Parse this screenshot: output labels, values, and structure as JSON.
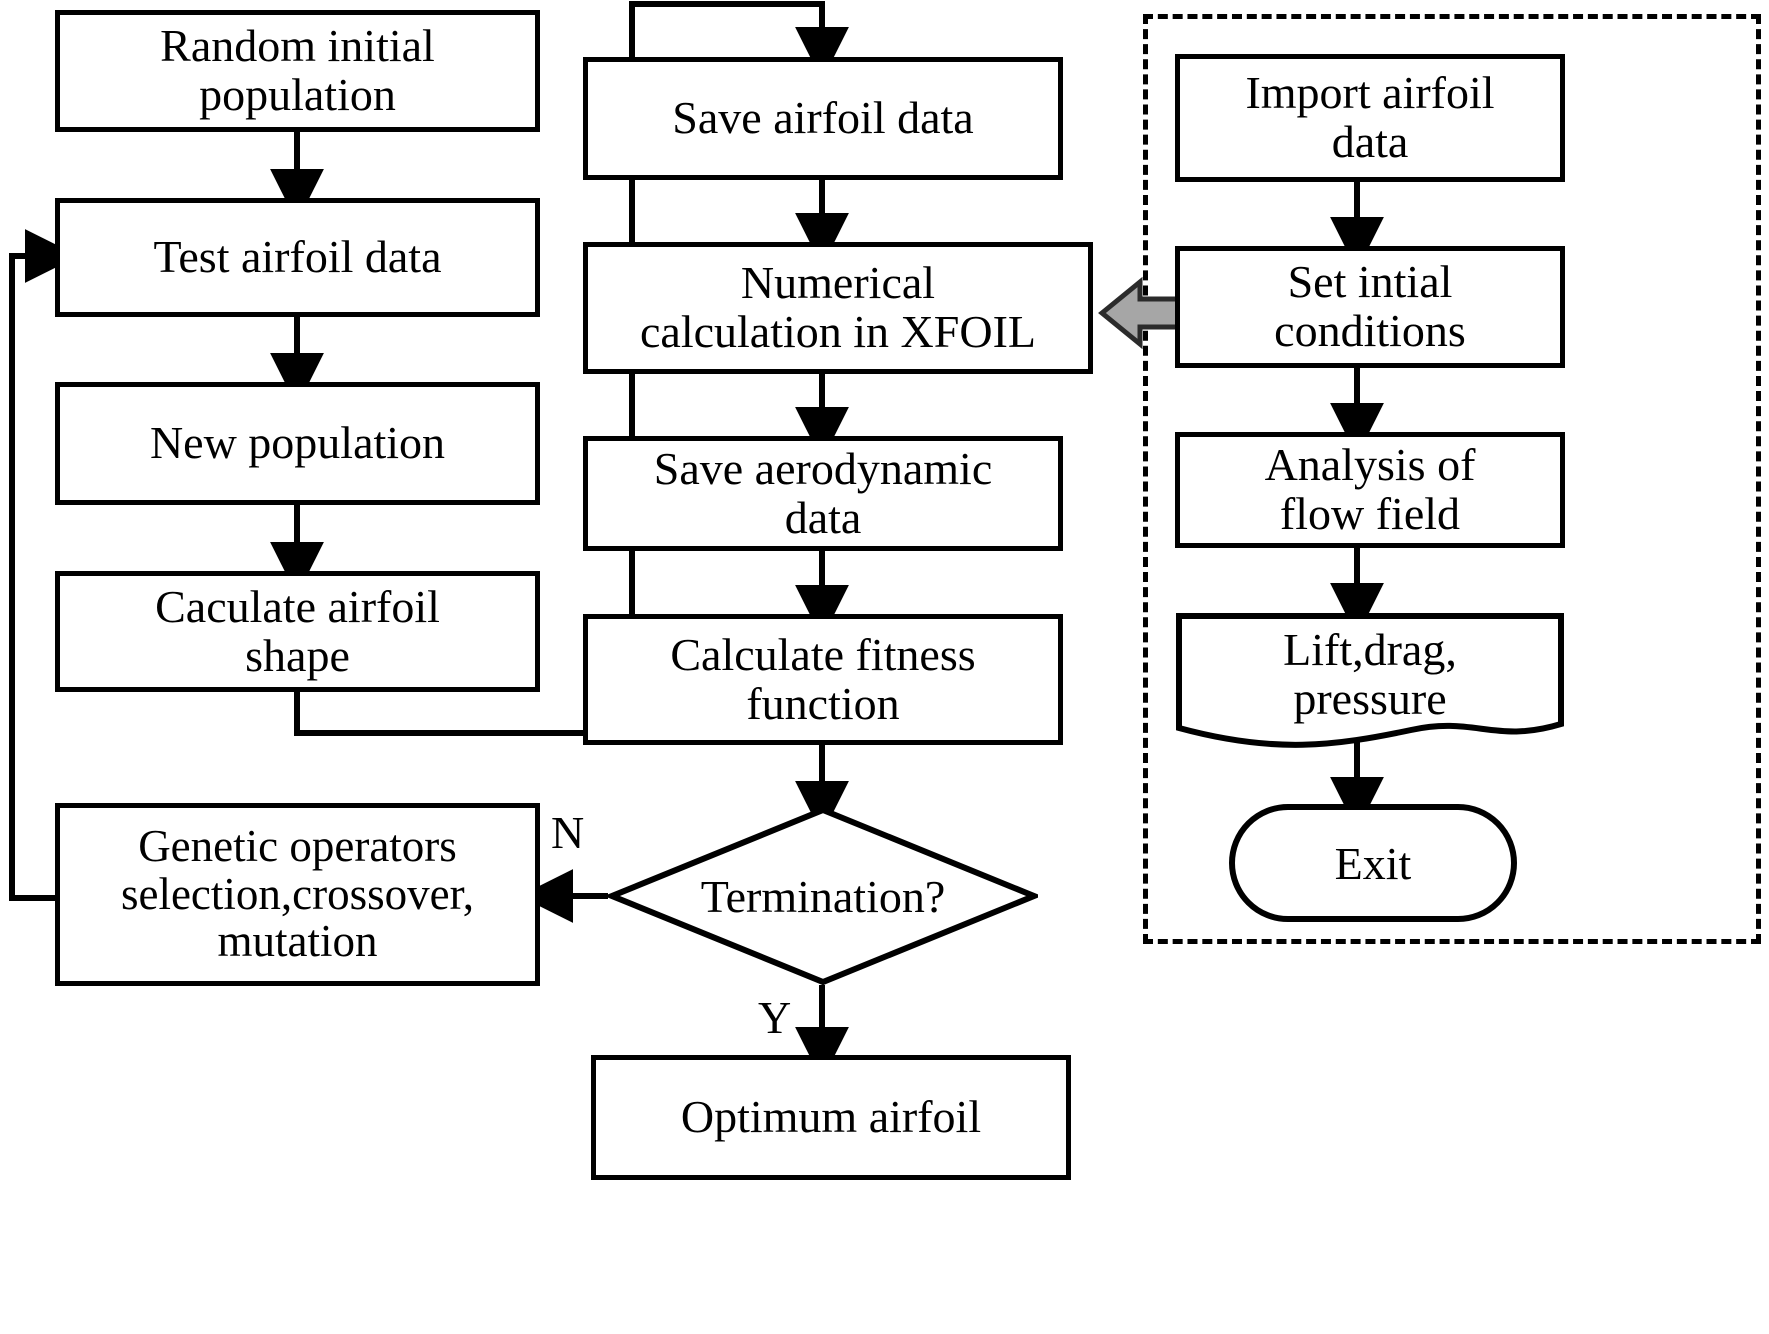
{
  "diagram": {
    "title": "Airfoil genetic-algorithm optimization flowchart",
    "colors": {
      "line": "#000000",
      "background": "#ffffff",
      "gray_arrow_fill": "#a6a6a6",
      "gray_arrow_stroke": "#2b2b2b"
    },
    "left_column": {
      "nodes": [
        {
          "id": "random-initial-population",
          "label": "Random initial\npopulation",
          "shape": "process"
        },
        {
          "id": "test-airfoil-data",
          "label": "Test airfoil data",
          "shape": "process"
        },
        {
          "id": "new-population",
          "label": "New population",
          "shape": "process"
        },
        {
          "id": "caculate-airfoil-shape",
          "label": "Caculate airfoil\nshape",
          "shape": "process"
        },
        {
          "id": "genetic-operators",
          "label": "Genetic operators\nselection,crossover,\nmutation",
          "shape": "process"
        }
      ]
    },
    "middle_column": {
      "nodes": [
        {
          "id": "save-airfoil-data",
          "label": "Save airfoil data",
          "shape": "process"
        },
        {
          "id": "numerical-calculation-xfoil",
          "label": "Numerical\ncalculation in XFOIL",
          "shape": "process"
        },
        {
          "id": "save-aerodynamic-data",
          "label": "Save aerodynamic\ndata",
          "shape": "process"
        },
        {
          "id": "calculate-fitness-function",
          "label": "Calculate fitness\nfunction",
          "shape": "process"
        },
        {
          "id": "termination-decision",
          "label": "Termination?",
          "shape": "decision"
        },
        {
          "id": "optimum-airfoil",
          "label": "Optimum airfoil",
          "shape": "process"
        }
      ]
    },
    "right_panel": {
      "nodes": [
        {
          "id": "import-airfoil-data",
          "label": "Import airfoil\ndata",
          "shape": "process"
        },
        {
          "id": "set-intial-conditions",
          "label": "Set intial\nconditions",
          "shape": "process"
        },
        {
          "id": "analysis-of-flow-field",
          "label": "Analysis of\nflow field",
          "shape": "process"
        },
        {
          "id": "lift-drag-pressure",
          "label": "Lift,drag,\npressure",
          "shape": "document"
        },
        {
          "id": "exit",
          "label": "Exit",
          "shape": "terminator"
        }
      ]
    },
    "edge_labels": {
      "no_branch": "N",
      "yes_branch": "Y"
    }
  }
}
